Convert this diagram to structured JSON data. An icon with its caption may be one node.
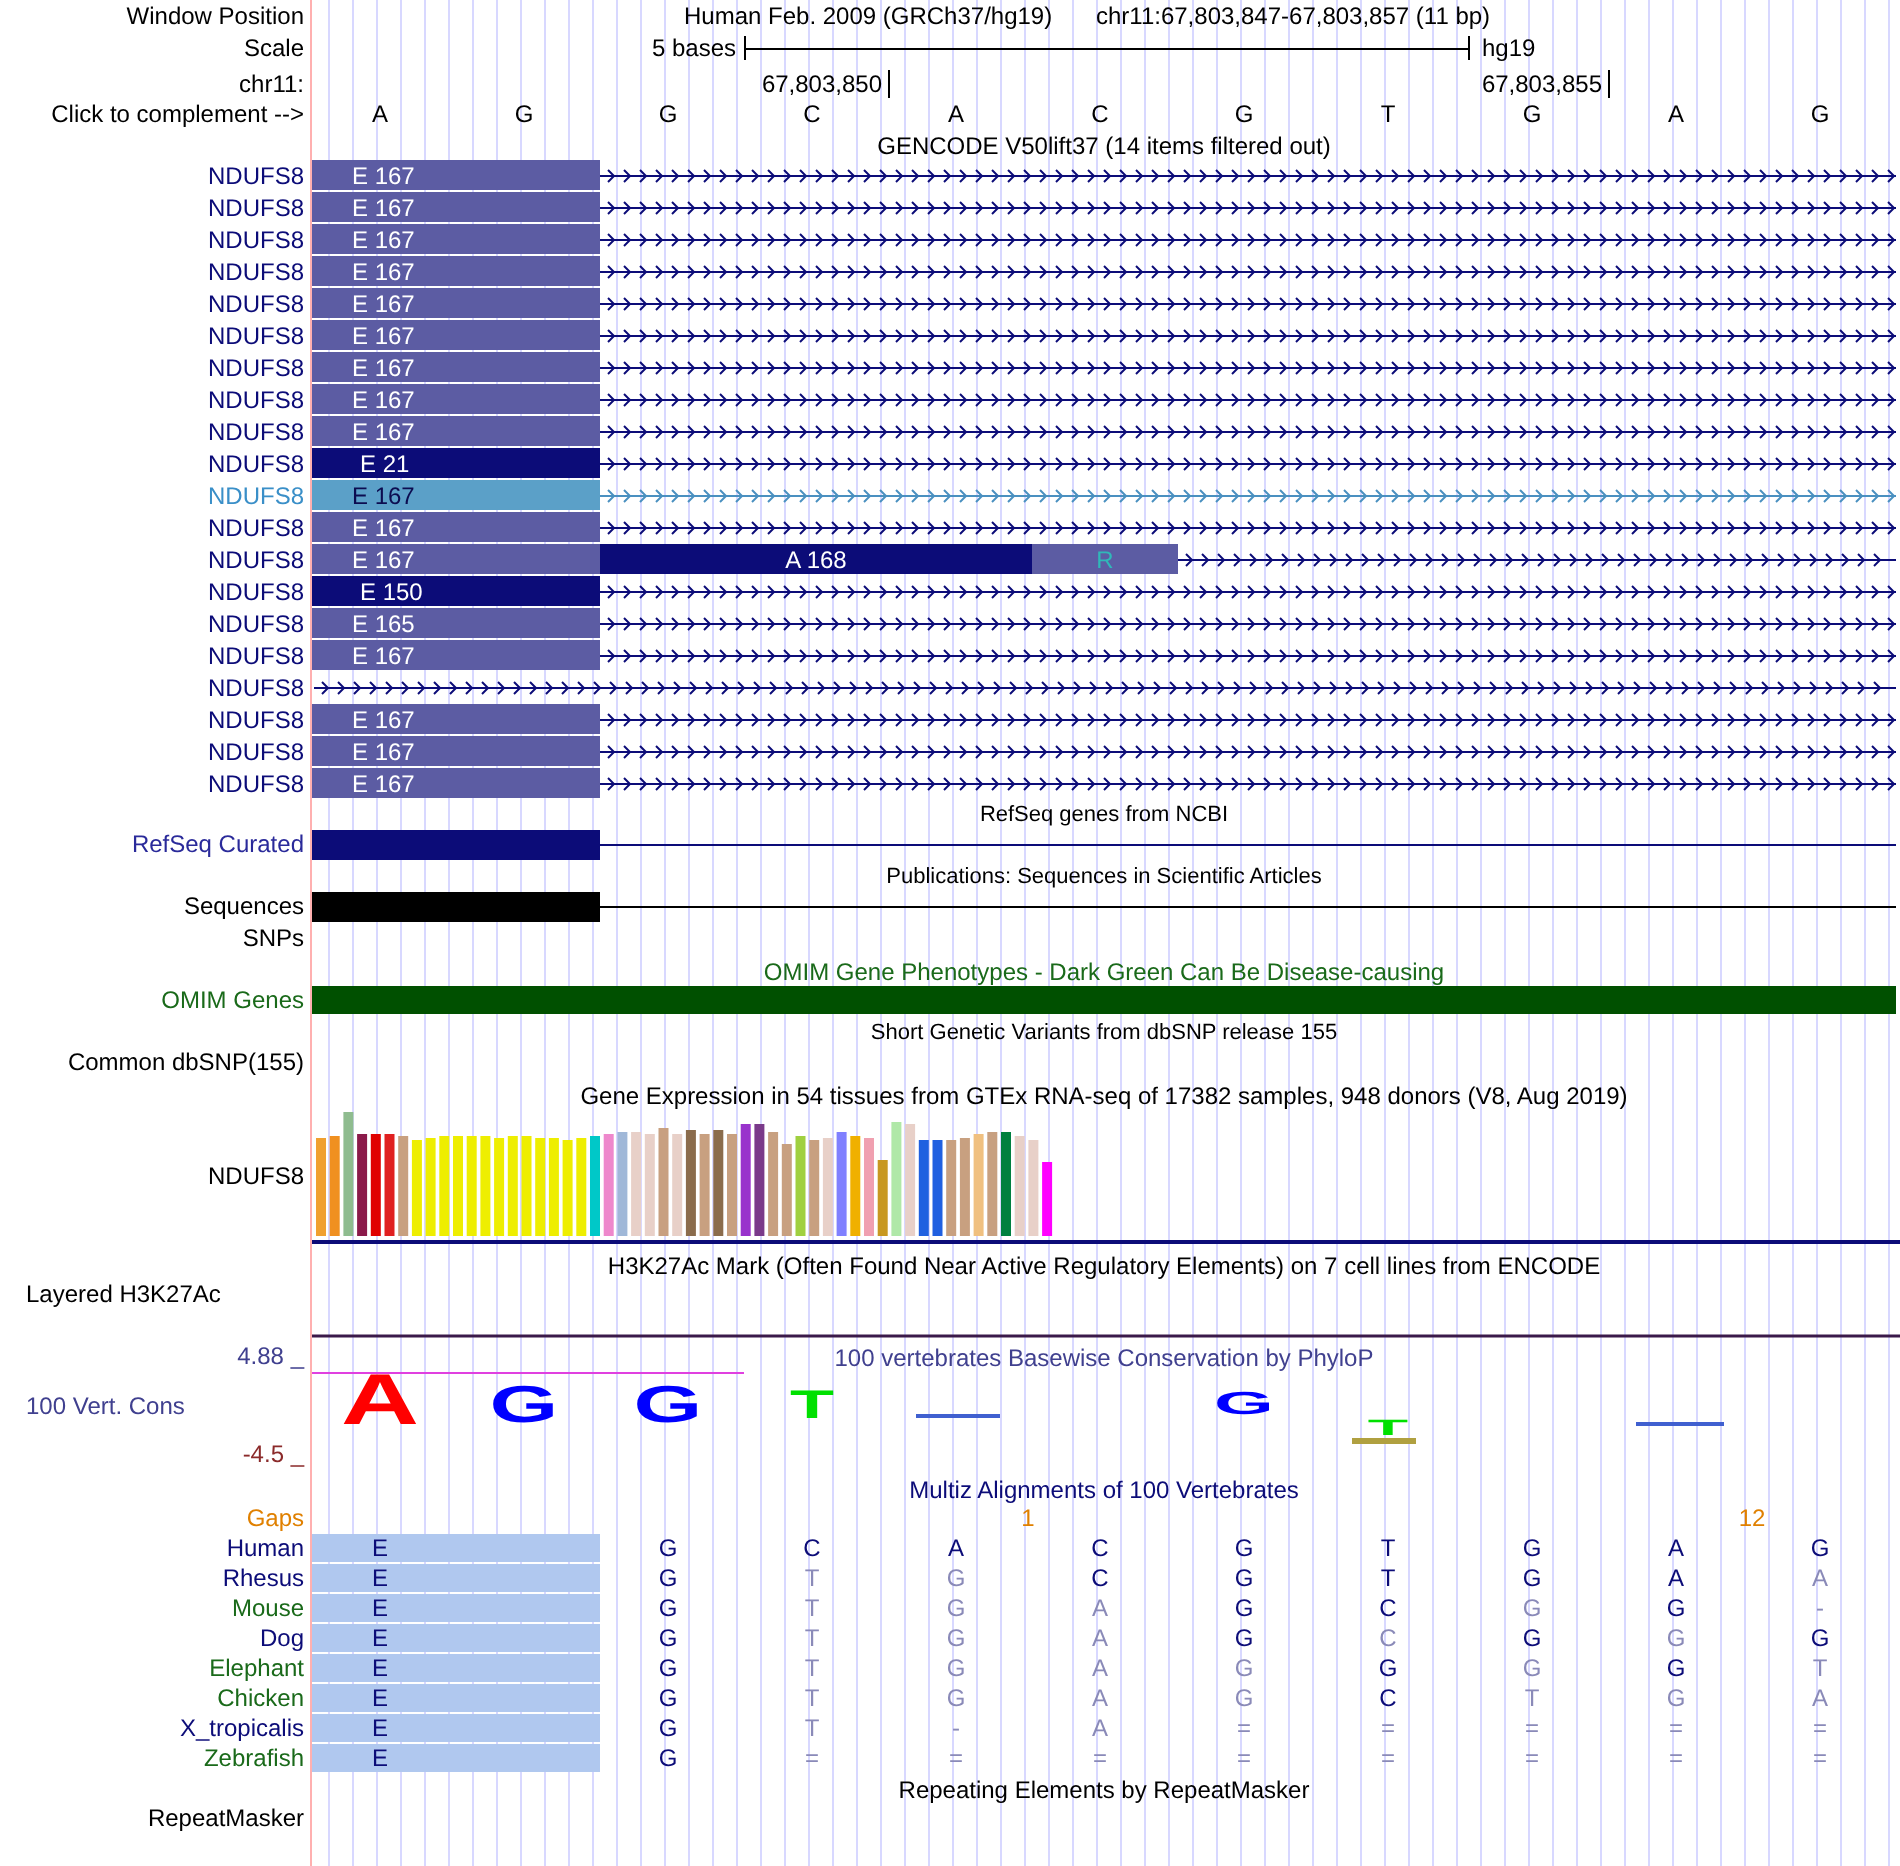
{
  "diagram": {
    "nodes": [
      {
        "text": [
          "E 167"
        ]
      },
      {
        "text": [
          "E 167"
        ]
      },
      {
        "text": [
          "E 167"
        ]
      },
      {
        "text": [
          "E 167"
        ]
      },
      {
        "text": [
          "E 167"
        ]
      },
      {
        "text": [
          "E 167"
        ]
      },
      {
        "text": [
          "E 167"
        ]
      },
      {
        "text": [
          "E 167"
        ]
      },
      {
        "text": [
          "E 167"
        ]
      },
      {
        "text": [
          "E 21"
        ]
      },
      {
        "text": [
          "E 167"
        ]
      },
      {
        "text": [
          "E 167"
        ]
      },
      {
        "text": [
          "E 167"
        ]
      },
      {
        "text": [
          "A 168"
        ]
      },
      {
        "text": [
          "R"
        ]
      },
      {
        "text": [
          "E 150"
        ]
      },
      {
        "text": [
          "E 165"
        ]
      },
      {
        "text": [
          "E 167"
        ]
      },
      {
        "text": [
          "E 167"
        ]
      },
      {
        "text": [
          "E 167"
        ]
      },
      {
        "text": [
          "E 167"
        ]
      },
      {
        "text": [],
        "shape": "bar"
      },
      {
        "text": [],
        "shape": "bar"
      },
      {
        "text": [],
        "shape": "bar"
      },
      {
        "text": [
          "E"
        ]
      },
      {
        "text": [
          "E"
        ]
      },
      {
        "text": [
          "E"
        ]
      },
      {
        "text": [
          "E"
        ]
      },
      {
        "text": [
          "E"
        ]
      },
      {
        "text": [
          "E"
        ]
      },
      {
        "text": [
          "E"
        ]
      },
      {
        "text": [
          "E"
        ]
      }
    ],
    "labels": [
      "Window Position",
      "Human Feb. 2009 (GRCh37/hg19)",
      "chr11:67,803,847-67,803,857 (11 bp)",
      "Scale",
      "5 bases",
      "hg19",
      "chr11:",
      "67,803,850",
      "67,803,855",
      "Click to complement -->",
      "A",
      "G",
      "G",
      "C",
      "A",
      "C",
      "G",
      "T",
      "G",
      "A",
      "G",
      "GENCODE V50lift37 (14 items filtered out)",
      "NDUFS8",
      "NDUFS8",
      "NDUFS8",
      "NDUFS8",
      "NDUFS8",
      "NDUFS8",
      "NDUFS8",
      "NDUFS8",
      "NDUFS8",
      "NDUFS8",
      "NDUFS8",
      "NDUFS8",
      "NDUFS8",
      "NDUFS8",
      "NDUFS8",
      "NDUFS8",
      "NDUFS8",
      "NDUFS8",
      "NDUFS8",
      "NDUFS8",
      "RefSeq genes from NCBI",
      "RefSeq Curated",
      "Publications: Sequences in Scientific Articles",
      "Sequences",
      "SNPs",
      "OMIM Gene Phenotypes - Dark Green Can Be Disease-causing",
      "OMIM Genes",
      "Short Genetic Variants from dbSNP release 155",
      "Common dbSNP(155)",
      "Gene Expression in 54 tissues from GTEx RNA-seq of 17382 samples, 948 donors (V8, Aug 2019)",
      "NDUFS8",
      "H3K27Ac Mark (Often Found Near Active Regulatory Elements) on 7 cell lines from ENCODE",
      "Layered H3K27Ac",
      "4.88 _",
      "100 vertebrates Basewise Conservation by PhyloP",
      "100 Vert. Cons",
      "-4.5 _",
      "A",
      "G",
      "G",
      "T",
      "G",
      "T",
      "Multiz Alignments of 100 Vertebrates",
      "Gaps",
      "1",
      "12",
      "Human",
      "G",
      "C",
      "A",
      "C",
      "G",
      "T",
      "G",
      "A",
      "G",
      "Rhesus",
      "G",
      "T",
      "G",
      "C",
      "G",
      "T",
      "G",
      "A",
      "A",
      "Mouse",
      "G",
      "T",
      "G",
      "A",
      "G",
      "C",
      "G",
      "G",
      "-",
      "Dog",
      "G",
      "T",
      "G",
      "A",
      "G",
      "C",
      "G",
      "G",
      "G",
      "Elephant",
      "G",
      "T",
      "G",
      "A",
      "G",
      "G",
      "G",
      "G",
      "T",
      "Chicken",
      "G",
      "T",
      "G",
      "A",
      "G",
      "C",
      "T",
      "G",
      "A",
      "X_tropicalis",
      "G",
      "T",
      "-",
      "A",
      "=",
      "=",
      "=",
      "=",
      "=",
      "Zebrafish",
      "G",
      "=",
      "=",
      "=",
      "=",
      "=",
      "=",
      "=",
      "=",
      "Repeating Elements by RepeatMasker",
      "RepeatMasker"
    ]
  }
}
